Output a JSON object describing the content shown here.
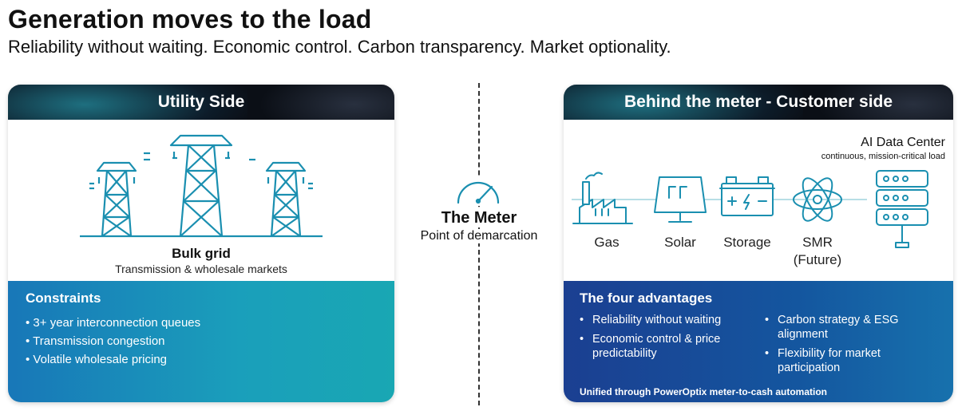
{
  "header": {
    "title": "Generation moves to the load",
    "subtitle": "Reliability without waiting. Economic control. Carbon transparency. Market optionality."
  },
  "utility": {
    "header": "Utility Side",
    "bulk_title": "Bulk grid",
    "bulk_subtitle": "Transmission & wholesale markets",
    "constraints_title": "Constraints",
    "constraints": [
      "3+ year interconnection queues",
      "Transmission congestion",
      "Volatile wholesale pricing"
    ]
  },
  "meter": {
    "title": "The Meter",
    "subtitle": "Point of demarcation"
  },
  "customer": {
    "header": "Behind the meter - Customer side",
    "ai_title": "AI Data Center",
    "ai_subtitle": "continuous, mission-critical load",
    "sources": [
      {
        "label": "Gas",
        "icon": "gas-plant-icon"
      },
      {
        "label": "Solar",
        "icon": "solar-panel-icon"
      },
      {
        "label": "Storage",
        "icon": "battery-icon"
      },
      {
        "label": "SMR",
        "label2": "(Future)",
        "icon": "atom-icon"
      }
    ],
    "advantages_title": "The four advantages",
    "advantages_left": [
      "Reliability without waiting",
      "Economic control & price predictability"
    ],
    "advantages_right": [
      "Carbon strategy & ESG alignment",
      "Flexibility for market participation"
    ],
    "footer": "Unified through PowerOptix meter-to-cash automation"
  },
  "colors": {
    "accent_teal": "#1a8fb0",
    "accent_navy": "#1b3f91",
    "icon_stroke": "#1a8fb0"
  }
}
